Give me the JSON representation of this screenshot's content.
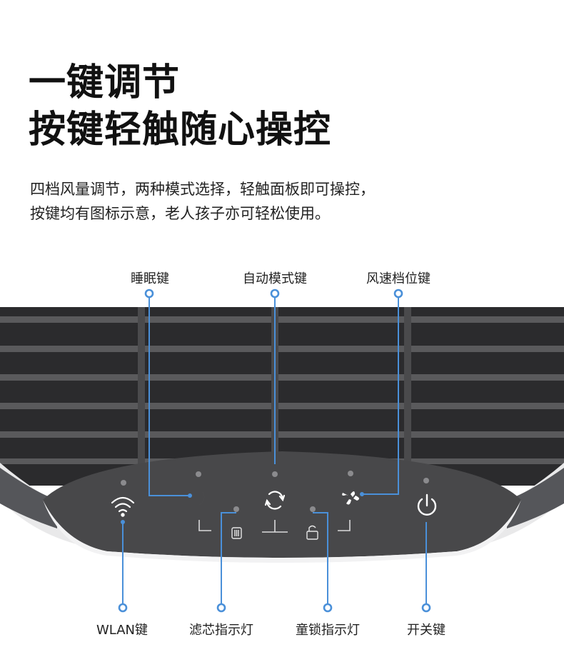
{
  "heading": {
    "line1": "一键调节",
    "line2": "按键轻触随心操控"
  },
  "description": {
    "line1": "四档风量调节，两种模式选择，轻触面板即可操控，",
    "line2": "按键均有图标示意，老人孩子亦可轻松使用。"
  },
  "callouts": {
    "sleep": "睡眠键",
    "auto_mode": "自动模式键",
    "fan_speed": "风速档位键",
    "wlan": "WLAN键",
    "filter_indicator": "滤芯指示灯",
    "child_lock_indicator": "童锁指示灯",
    "power": "开关键"
  },
  "colors": {
    "callout_line": "#4a90d9",
    "panel": "#4a4a4c",
    "grille": "#2b2b2d",
    "icon": "#ffffff"
  },
  "icons": {
    "wlan": "wifi-icon",
    "sleep": "moon-icon",
    "auto_mode": "refresh-icon",
    "fan_speed": "fan-icon",
    "power": "power-icon",
    "filter": "filter-icon",
    "lock": "lock-icon"
  }
}
